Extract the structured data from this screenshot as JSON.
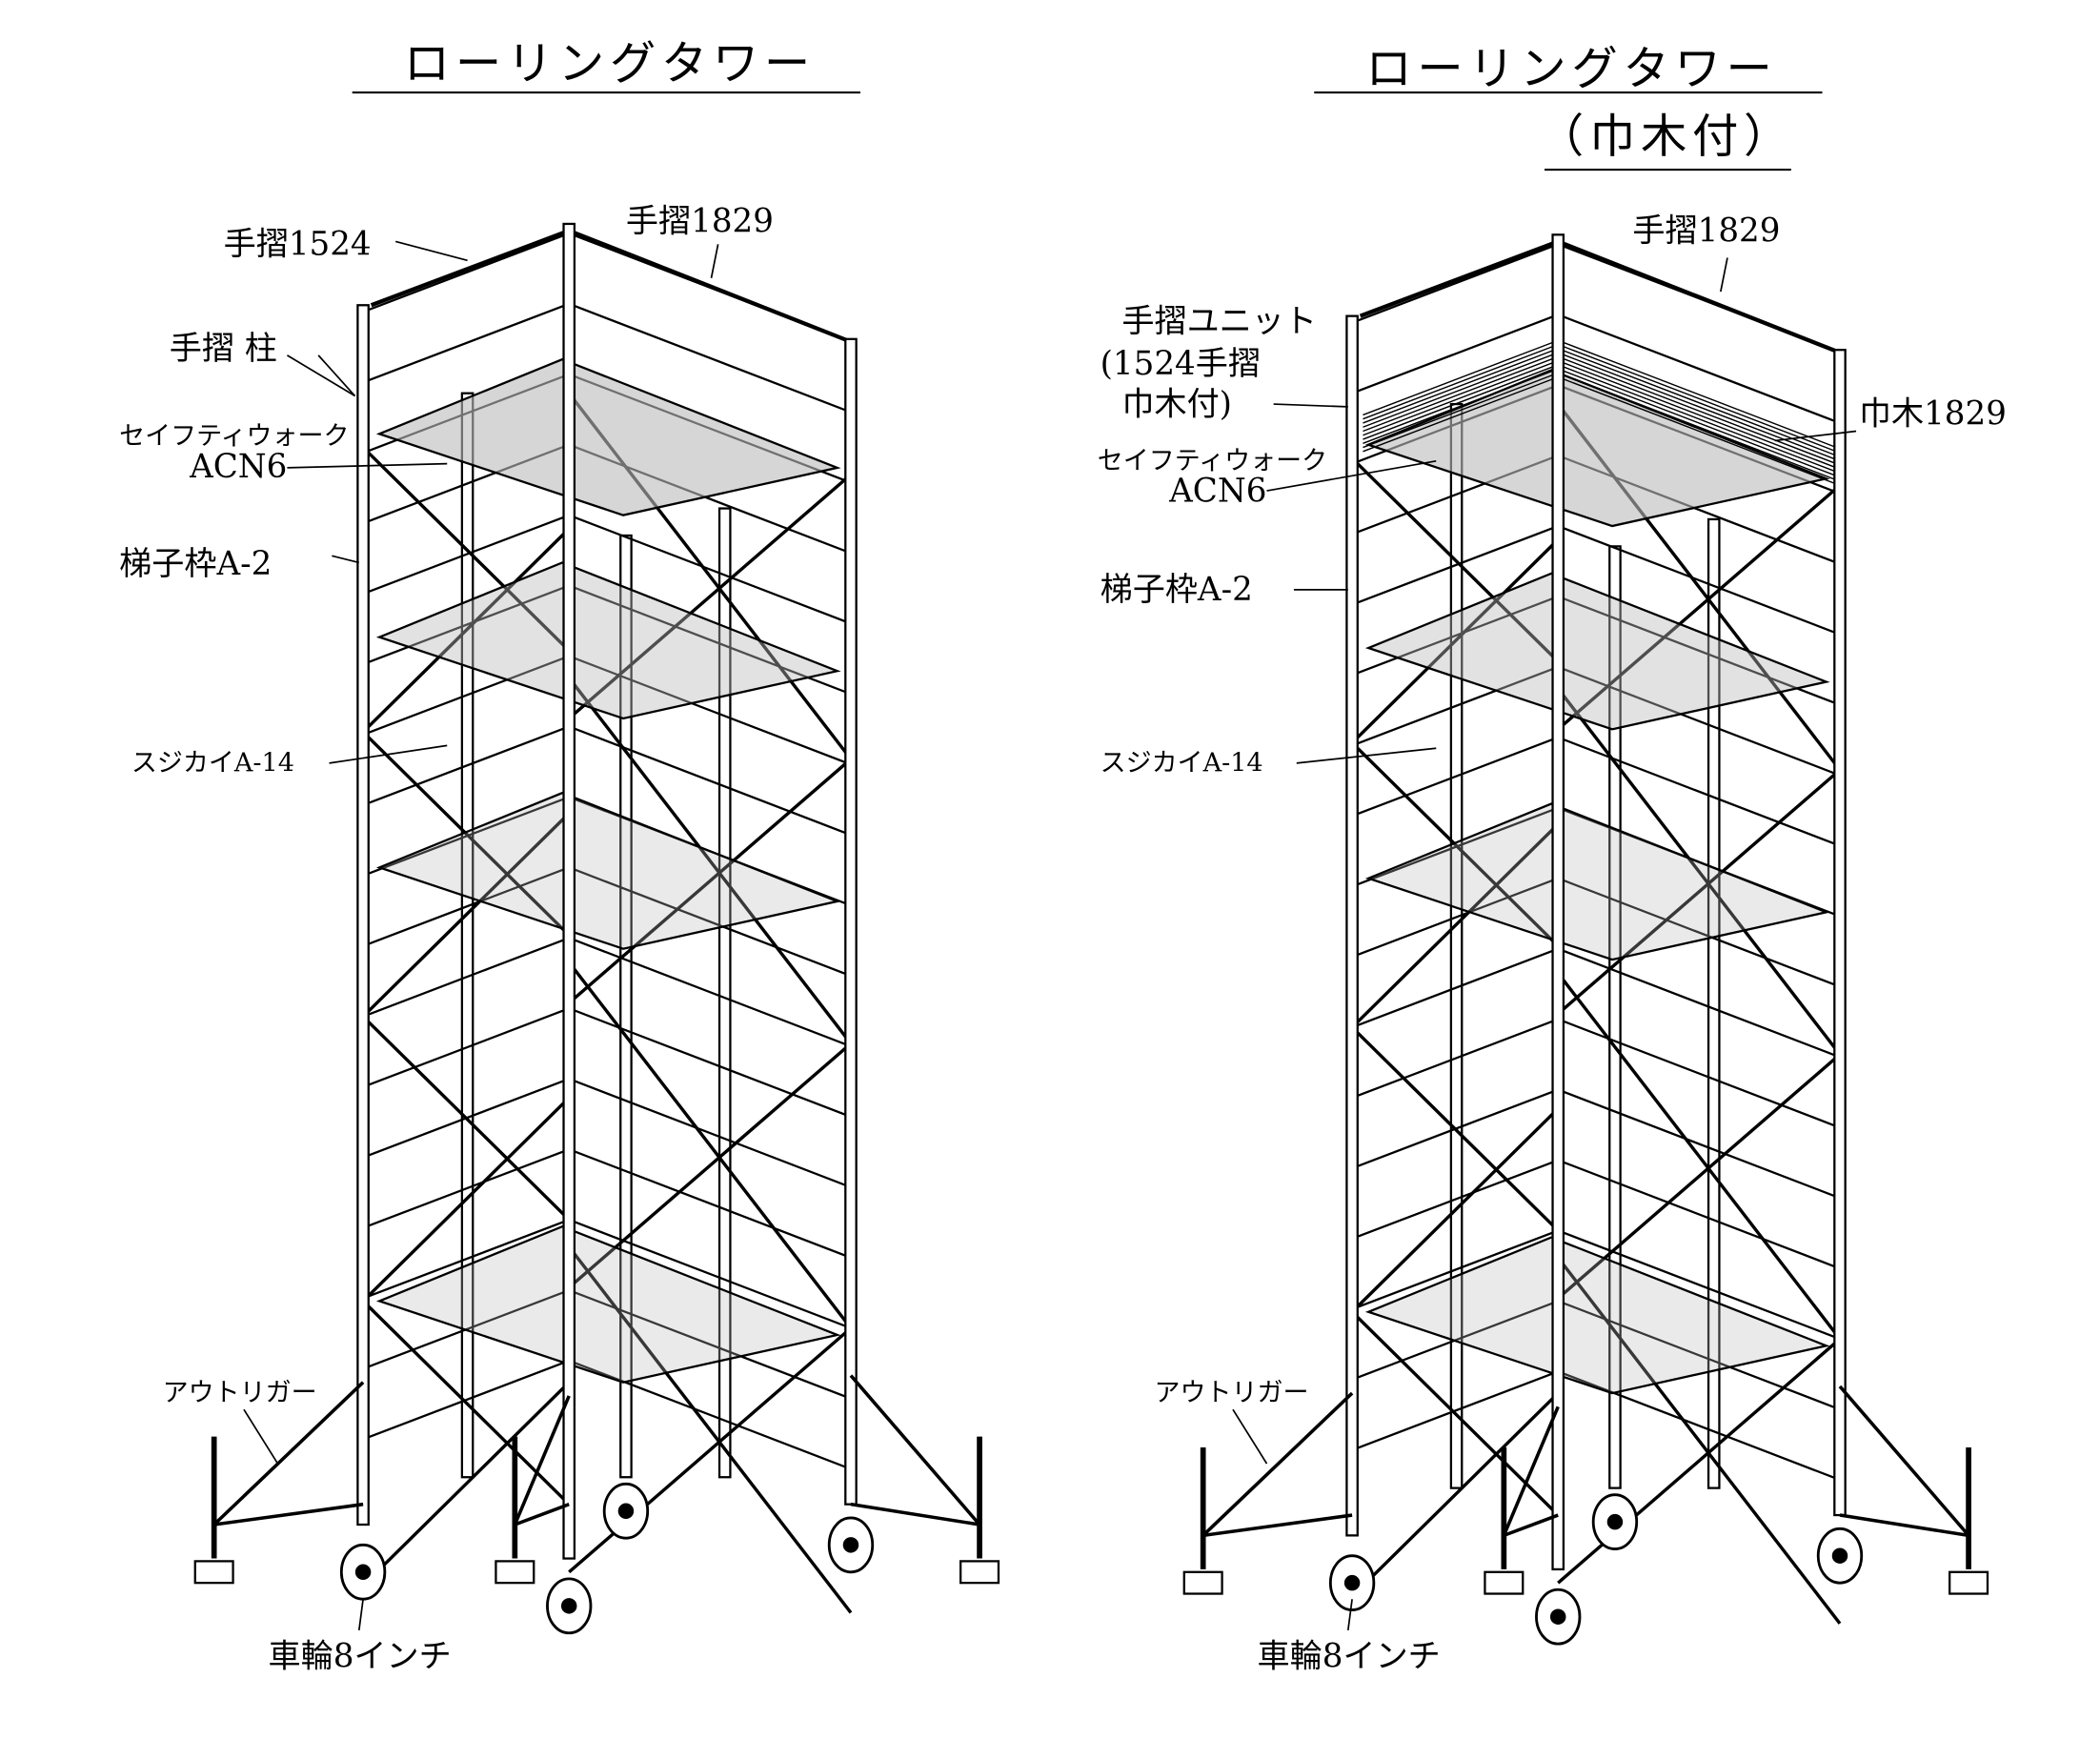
{
  "left_tower": {
    "title": "ローリングタワー",
    "labels": {
      "handrail_1524": "手摺1524",
      "handrail_1829": "手摺1829",
      "handrail_post": "手摺 柱",
      "safety_walk": "セイフティウォーク",
      "safety_walk_model": "ACN6",
      "ladder_frame": "梯子枠A-2",
      "brace": "スジカイA-14",
      "outrigger": "アウトリガー",
      "caster": "車輪8インチ"
    }
  },
  "right_tower": {
    "title": "ローリングタワー",
    "subtitle": "（巾木付）",
    "labels": {
      "handrail_1829": "手摺1829",
      "handrail_unit": "手摺ユニット",
      "handrail_unit_detail_1": "(1524手摺",
      "handrail_unit_detail_2": "巾木付)",
      "toe_board_1829": "巾木1829",
      "safety_walk": "セイフティウォーク",
      "safety_walk_model": "ACN6",
      "ladder_frame": "梯子枠A-2",
      "brace": "スジカイA-14",
      "outrigger": "アウトリガー",
      "caster": "車輪8インチ"
    }
  }
}
